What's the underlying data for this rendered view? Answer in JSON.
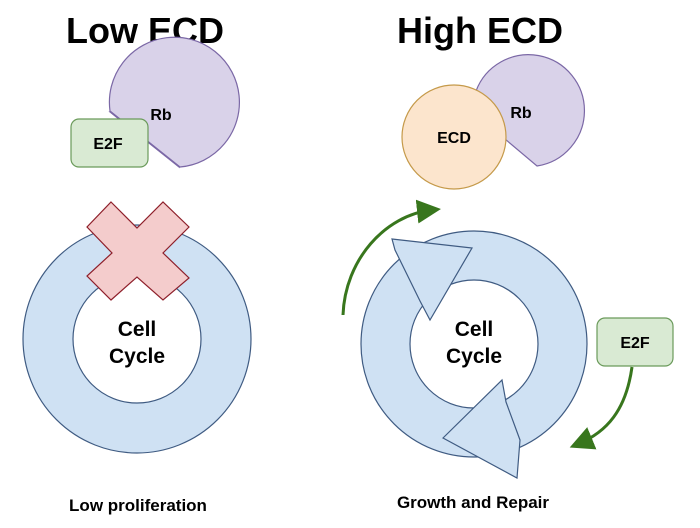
{
  "panels": {
    "low": {
      "title": "Low ECD",
      "rb_label": "Rb",
      "e2f_label": "E2F",
      "cycle_label_line1": "Cell",
      "cycle_label_line2": "Cycle",
      "caption": "Low proliferation",
      "blocked_icon": "x-mark-icon"
    },
    "high": {
      "title": "High ECD",
      "ecd_label": "ECD",
      "rb_label": "Rb",
      "e2f_label": "E2F",
      "cycle_label_line1": "Cell",
      "cycle_label_line2": "Cycle",
      "caption": "Growth and Repair"
    }
  },
  "colors": {
    "cycle_fill": "#cfe1f3",
    "cycle_stroke": "#3f5b82",
    "rb_fill": "#d9d2e9",
    "rb_stroke": "#7b68a6",
    "e2f_fill": "#d9ead3",
    "e2f_stroke": "#6a9a5a",
    "ecd_fill": "#fce5cd",
    "ecd_stroke": "#c59a4a",
    "x_fill": "#f4cccc",
    "x_stroke": "#8e1f2a",
    "arrow_green": "#38761d"
  }
}
